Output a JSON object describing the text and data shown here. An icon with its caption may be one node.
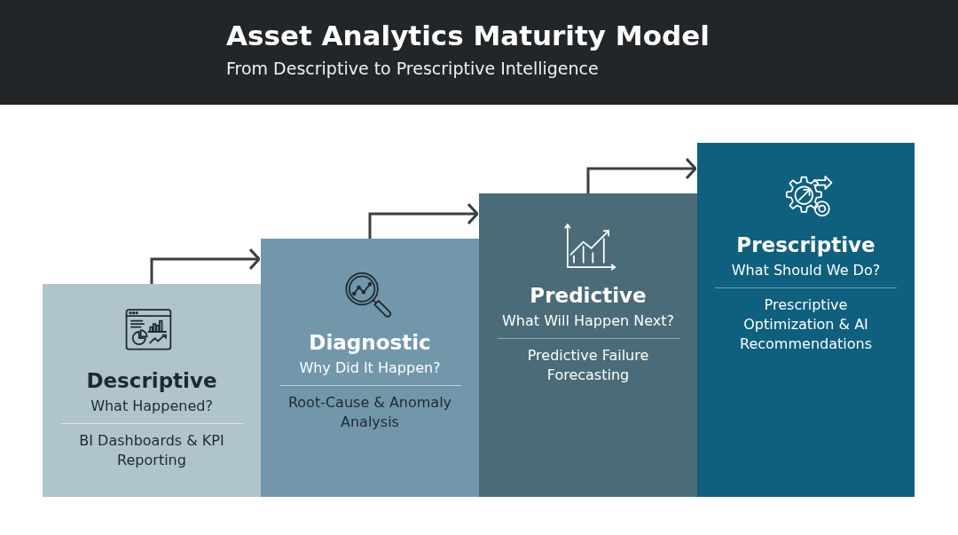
{
  "diagram": {
    "title": "Asset Analytics Maturity Model",
    "nodes": [
      {
        "text": [
          "Descriptive",
          "What Happened?",
          "BI Dashboards & KPI Reporting"
        ]
      },
      {
        "text": [
          "Diagnostic",
          "Why Did It Happen?",
          "Root-Cause & Anomaly Analysis"
        ]
      },
      {
        "text": [
          "Predictive",
          "What Will Happen Next?",
          "Predictive Failure Forecasting"
        ]
      },
      {
        "text": [
          "Prescriptive",
          "What Should We Do?",
          "Prescriptive Optimization & AI Recommendations"
        ]
      }
    ],
    "edges": [
      {
        "from": 0,
        "to": 1,
        "arrow": "to"
      },
      {
        "from": 1,
        "to": 2,
        "arrow": "to"
      },
      {
        "from": 2,
        "to": 3,
        "arrow": "to"
      }
    ],
    "labels": [
      "From Descriptive to Prescriptive Intelligence"
    ]
  }
}
